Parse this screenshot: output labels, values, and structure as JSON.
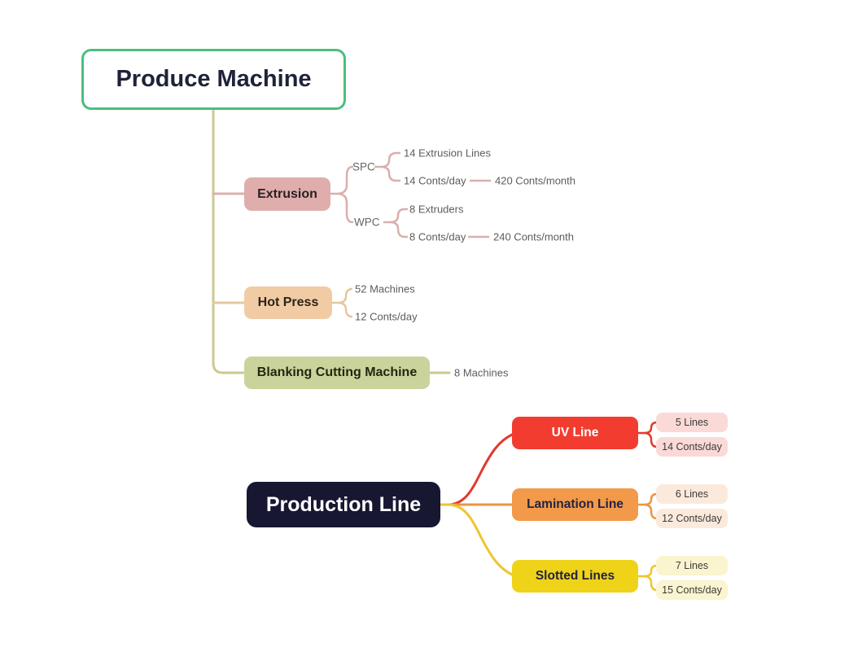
{
  "produce_tree": {
    "root_label": "Produce Machine",
    "extrusion": {
      "label": "Extrusion",
      "spc": {
        "label": "SPC",
        "lines": "14 Extrusion Lines",
        "per_day": "14 Conts/day",
        "per_month": "420 Conts/month"
      },
      "wpc": {
        "label": "WPC",
        "lines": "8 Extruders",
        "per_day": "8 Conts/day",
        "per_month": "240 Conts/month"
      }
    },
    "hot_press": {
      "label": "Hot Press",
      "machines": "52 Machines",
      "per_day": "12 Conts/day"
    },
    "blanking": {
      "label": "Blanking Cutting Machine",
      "machines": "8 Machines"
    }
  },
  "production_tree": {
    "root_label": "Production Line",
    "uv": {
      "label": "UV Line",
      "lines": "5 Lines",
      "per_day": "14 Conts/day"
    },
    "lamination": {
      "label": "Lamination Line",
      "lines": "6 Lines",
      "per_day": "12 Conts/day"
    },
    "slotted": {
      "label": "Slotted Lines",
      "lines": "7 Lines",
      "per_day": "15 Conts/day"
    }
  },
  "colors": {
    "root_border_green": "#4CBE7E",
    "trunk_olive": "#CBC992",
    "extrusion_fill": "#DFAEAC",
    "extrusion_line": "#D9AFAD",
    "hot_press_fill": "#F1CBA4",
    "hot_press_line": "#E6C69E",
    "blanking_fill": "#CBD39C",
    "production_fill": "#171732",
    "uv_fill": "#F23C30",
    "uv_line": "#E23A2E",
    "uv_child_fill": "#FAD9D6",
    "lamination_fill": "#F2994A",
    "lamination_line": "#EE9440",
    "lamination_child_fill": "#FBEADC",
    "slotted_fill": "#EFD319",
    "slotted_line": "#EDC52F",
    "slotted_child_fill": "#FAF4CF"
  }
}
